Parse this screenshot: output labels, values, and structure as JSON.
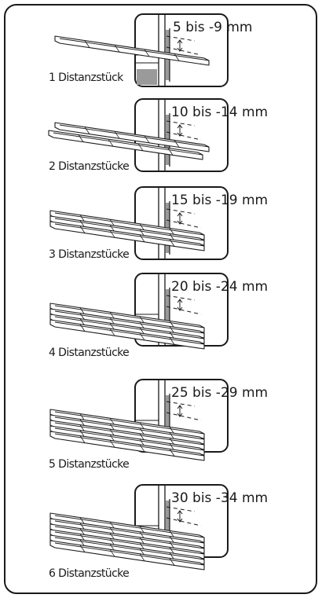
{
  "steps": [
    {
      "count": 1,
      "range": "5 bis -9 mm",
      "label": "1 Distanzstück"
    },
    {
      "count": 2,
      "range": "10 bis -14 mm",
      "label": "2 Distanzstücke"
    },
    {
      "count": 3,
      "range": "15 bis -19 mm",
      "label": "3 Distanzstücke"
    },
    {
      "count": 4,
      "range": "20 bis -24 mm",
      "label": "4 Distanzstücke"
    },
    {
      "count": 5,
      "range": "25 bis -29 mm",
      "label": "5 Distanzstücke"
    },
    {
      "count": 6,
      "range": "30 bis -34 mm",
      "label": "6 Distanzstücke"
    }
  ],
  "colors": {
    "line": "#1a1a1a",
    "fill": "#ffffff",
    "shade": "#9a9a9a"
  }
}
